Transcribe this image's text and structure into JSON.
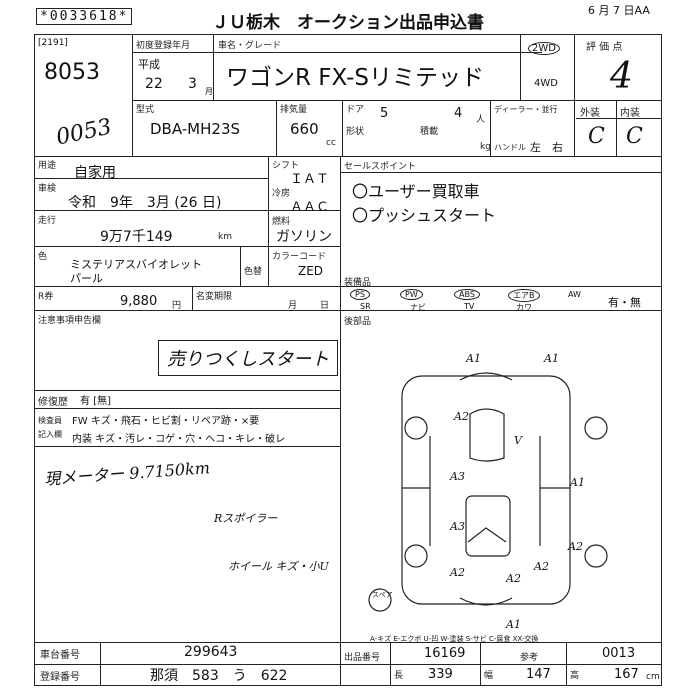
{
  "header": {
    "stock_no": "*0033618*",
    "title": "ＪＵ栃木　オークション出品申込書",
    "date": "6 月 7 日AA"
  },
  "left_info": {
    "code": "[2191]",
    "number": "8053",
    "handwritten": "0053"
  },
  "registration": {
    "label_first_reg": "初度登録年月",
    "era": "平成",
    "year": "22",
    "month": "3",
    "month_unit": "月",
    "label_name": "車名・グレード",
    "car_name": "ワゴンR FX-Sリミテッド",
    "drive_2wd": "2WD",
    "drive_4wd": "4WD",
    "label_score": "評 価 点",
    "score": "4"
  },
  "model": {
    "label_model": "型式",
    "model_code": "DBA-MH23S",
    "label_cc": "排気量",
    "cc": "660",
    "cc_unit": "cc",
    "label_doors": "ドア",
    "doors": "5",
    "seats": "4",
    "seats_unit": "人",
    "label_dealer": "ディーラー・並行",
    "label_shape": "形状",
    "label_capacity": "積載",
    "kg_unit": "kg",
    "label_handle": "ハンドル",
    "handle_left": "左",
    "handle_right": "右",
    "label_exterior": "外装",
    "label_interior": "内装",
    "exterior": "C",
    "interior": "C"
  },
  "usage": {
    "label_use": "用途",
    "use": "自家用",
    "label_inspection": "車検",
    "inspection": "令和　9年　3月 (26 日)",
    "label_mileage": "走行",
    "mileage": "9万7千149",
    "mileage_unit": "km",
    "label_shift": "シフト",
    "shift": "ＩＡＴ",
    "label_ac": "冷房",
    "ac": "ＡＡＣ",
    "label_fuel": "燃料",
    "fuel": "ガソリン",
    "label_color": "色",
    "color_line1": "ミステリアスバイオレット",
    "color_line2": "パール",
    "label_color_change": "色替",
    "label_color_code": "カラーコード",
    "color_code": "ZED",
    "label_recycle": "R券",
    "recycle": "9,880",
    "recycle_unit": "円",
    "label_expiry": "名変期限",
    "expiry_month": "月",
    "expiry_day": "日"
  },
  "sales_points": {
    "label": "セールスポイント",
    "items": [
      "〇ユーザー買取車",
      "〇プッシュスタート"
    ]
  },
  "equipment": {
    "label": "装備品",
    "row1": [
      "PS",
      "PW",
      "ABS",
      "エアB",
      "AW"
    ],
    "row2": [
      "SR",
      "ナビ",
      "TV",
      "カワ"
    ],
    "yes_no": "有・無",
    "label_after": "後部品"
  },
  "notes": {
    "label": "注意事項申告欄",
    "stamp": "売りつくしスタート",
    "label_repair": "修復歴",
    "repair_value": "有 [無]"
  },
  "inspector": {
    "label": "検査員記入欄",
    "row1": "FW キズ・飛石・ヒビ割・リペア跡・×要",
    "row2": "内装 キズ・汚レ・コゲ・穴・ヘコ・キレ・破レ"
  },
  "handwriting": {
    "meter": "現メーター 9.7150km",
    "note2": "Rスポイラー",
    "note3": "ホイール キズ・小U"
  },
  "diagram": {
    "marks": [
      "A1",
      "A1",
      "A2",
      "A2",
      "A3",
      "A3",
      "A1",
      "A2",
      "A2",
      "A2",
      "A1",
      "V"
    ],
    "spare": "スペア",
    "legend": "A-キズ E-エクボ U-凹 W-塗装 S-サビ C-腐食 XX-交換"
  },
  "footer": {
    "label_chassis": "車台番号",
    "chassis": "299643",
    "label_plate": "登録番号",
    "plate": "那須　583　う　622",
    "label_auction_no": "出品番号",
    "auction_no": "16169",
    "label_ref": "参考",
    "ref": "0013",
    "length_label": "長",
    "length": "339",
    "width_label": "幅",
    "width": "147",
    "height_label": "高",
    "height": "167",
    "cm": "cm"
  }
}
